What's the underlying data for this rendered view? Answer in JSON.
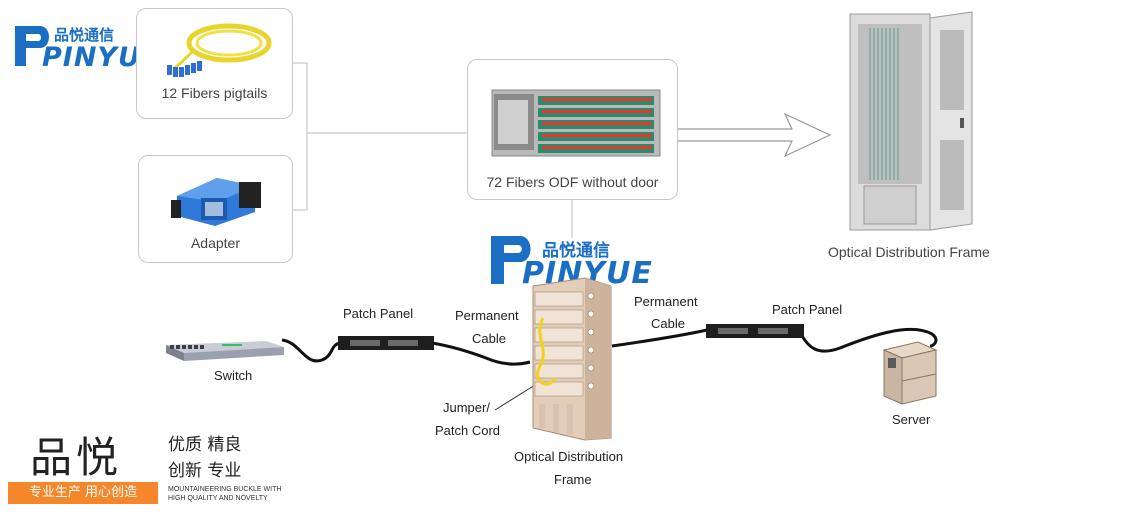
{
  "brand": {
    "cn_name": "品悦通信",
    "en_name": "PINYUE",
    "blue": "#1a6fc4",
    "orange": "#f5862a"
  },
  "cards": {
    "pigtails": "12 Fibers pigtails",
    "adapter": "Adapter",
    "odf_no_door": "72 Fibers ODF without door"
  },
  "cabinet_label": "Optical Distribution Frame",
  "network": {
    "switch": "Switch",
    "patch_panel_left": "Patch Panel",
    "permanent_cable_left": [
      "Permanent",
      "Cable"
    ],
    "jumper": [
      "Jumper/",
      "Patch Cord"
    ],
    "odf": [
      "Optical Distribution",
      "Frame"
    ],
    "permanent_cable_right": [
      "Permanent",
      "Cable"
    ],
    "patch_panel_right": "Patch Panel",
    "server": "Server"
  },
  "footer": {
    "big": "品悦",
    "slogan1": "优质 精良",
    "slogan2": "创新 专业",
    "banner": "专业生产 用心创造",
    "tag1": "MOUNTAINEERING BUCKLE WITH",
    "tag2": "HIGH QUALITY AND NOVELTY"
  }
}
